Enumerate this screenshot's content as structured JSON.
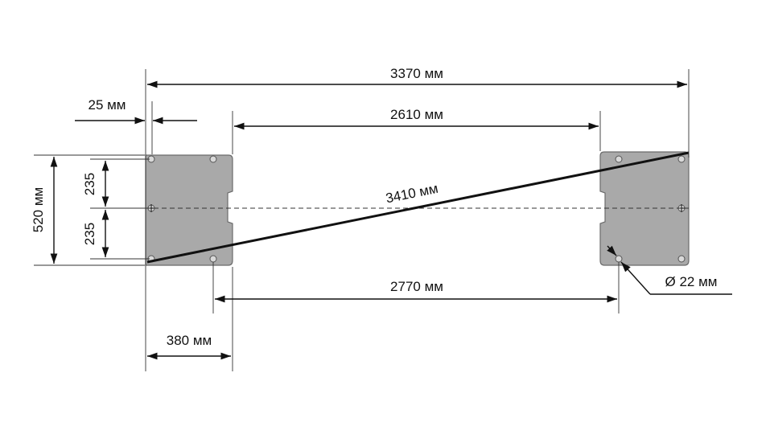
{
  "colors": {
    "plate_fill": "#a9a9a9",
    "plate_stroke": "#6b6b6b",
    "line": "#111111",
    "background": "#ffffff"
  },
  "dimensions": {
    "overall_width": "3370 мм",
    "inner_gap_top": "2610 мм",
    "diagonal": "3410 мм",
    "hole_spacing": "2770 мм",
    "plate_width": "380 мм",
    "offset": "25 мм",
    "plate_depth": "520 мм",
    "half_upper": "235",
    "half_lower": "235",
    "hole_diameter": "Ø 22 мм"
  },
  "icons": [
    "arrow-head-icon",
    "bolt-hole-icon",
    "crosshair-icon"
  ]
}
